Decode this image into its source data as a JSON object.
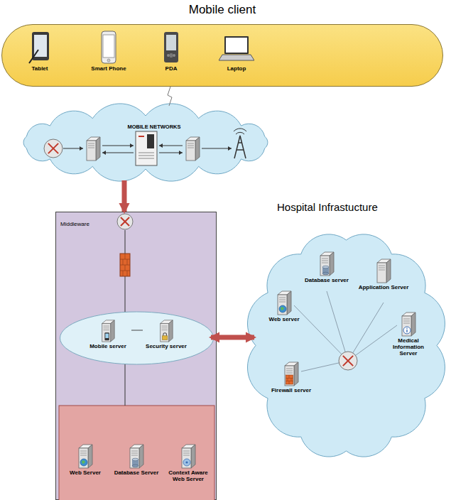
{
  "diagram": {
    "nodes": [
      {
        "text": [
          "Mobile client"
        ]
      },
      {
        "text": [
          "Tablet"
        ],
        "in": 0
      },
      {
        "text": [
          "Smart Phone"
        ],
        "in": 0
      },
      {
        "text": [
          "PDA"
        ],
        "in": 0
      },
      {
        "text": [
          "Laptop"
        ],
        "in": 0
      },
      {
        "text": [
          "MOBILE NETWORKS"
        ]
      },
      {
        "text": [
          "Middleware"
        ]
      },
      {
        "text": [
          "Mobile server"
        ],
        "in": 6
      },
      {
        "text": [
          "Security server"
        ],
        "in": 6
      },
      {
        "text": [
          "Web Server"
        ],
        "in": 6
      },
      {
        "text": [
          "Database Server"
        ],
        "in": 6
      },
      {
        "text": [
          "Context Aware Web Server"
        ],
        "in": 6
      },
      {
        "text": [
          "Hospital Infrastucture"
        ]
      },
      {
        "text": [
          "Web server"
        ],
        "in": 12
      },
      {
        "text": [
          "Database server"
        ],
        "in": 12
      },
      {
        "text": [
          "Application Server"
        ],
        "in": 12
      },
      {
        "text": [
          "Medical Information Server"
        ],
        "in": 12
      },
      {
        "text": [
          "Firewall server"
        ],
        "in": 12
      }
    ],
    "edges": [
      {
        "from": 0,
        "to": 5,
        "arrow": "none"
      },
      {
        "from": 5,
        "to": 6,
        "arrow": "to"
      },
      {
        "from": 7,
        "to": 8,
        "arrow": "none"
      },
      {
        "from": 6,
        "to": 12,
        "arrow": "both"
      }
    ]
  }
}
